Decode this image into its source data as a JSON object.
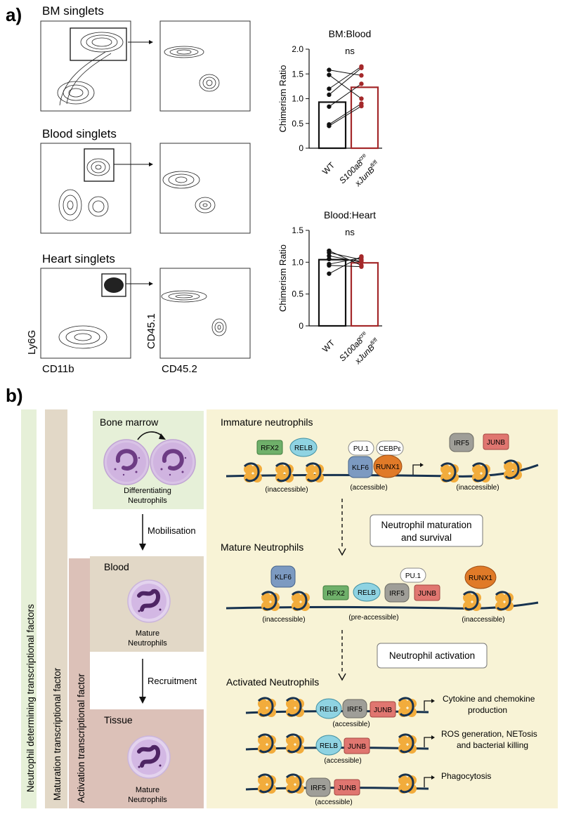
{
  "panel_a": {
    "label": "a)",
    "flow_rows": [
      {
        "title": "BM singlets"
      },
      {
        "title": "Blood singlets"
      },
      {
        "title": "Heart singlets"
      }
    ],
    "axes": {
      "y_left": "Ly6G",
      "x_left": "CD11b",
      "y_right": "CD45.1",
      "x_right": "CD45.2"
    }
  },
  "panel_b": {
    "label": "b)",
    "vertical_labels": {
      "determining": "Neutrophil determining transcriptional factors",
      "maturation": "Maturation transcriptional factor",
      "activation": "Activation transcriptional factor"
    },
    "stages": {
      "bone_marrow": {
        "title": "Bone marrow",
        "caption_1": "Differentiating",
        "caption_2": "Neutrophils"
      },
      "mobilisation": "Mobilisation",
      "blood": {
        "title": "Blood",
        "caption_1": "Mature",
        "caption_2": "Neutrophils"
      },
      "recruitment": "Recruitment",
      "tissue": {
        "title": "Tissue",
        "caption_1": "Mature",
        "caption_2": "Neutrophils"
      }
    },
    "right": {
      "immature_title": "Immature neutrophils",
      "mature_title": "Mature Neutrophils",
      "activated_title": "Activated Neutrophils",
      "box_maturation_1": "Neutrophil maturation",
      "box_maturation_2": "and survival",
      "box_activation": "Neutrophil activation",
      "tf": {
        "rfx2": "RFX2",
        "relb": "RELB",
        "pu1": "PU.1",
        "cebpe": "CEBPε",
        "klf6": "KLF6",
        "runx1": "RUNX1",
        "irf5": "IRF5",
        "junb": "JUNB"
      },
      "states": {
        "inaccessible": "(inaccessible)",
        "accessible": "(accessible)",
        "pre_accessible": "(pre-accessible)"
      },
      "outcomes": {
        "o1_1": "Cytokine and chemokine",
        "o1_2": "production",
        "o2_1": "ROS generation, NETosis",
        "o2_2": "and bacterial killing",
        "o3": "Phagocytosis"
      }
    },
    "colors": {
      "green": "#e6f0d8",
      "tan": "#e2d8c7",
      "rose": "#dcc1b8",
      "cream": "#f8f3d6",
      "nuc": "#f2ac3c",
      "dna": "#17324f"
    }
  },
  "chart_data": [
    {
      "type": "bar",
      "title": "BM:Blood",
      "ylabel": "Chimerism Ratio",
      "categories": [
        "WT",
        "S100a8cre xJunB fl/fl"
      ],
      "category_labels": {
        "wt": "WT",
        "ko_1": "S100a8",
        "ko_1_sup": "cre",
        "ko_2": "xJunB",
        "ko_2_sup": "fl/fl"
      },
      "values": [
        0.93,
        1.23
      ],
      "ylim": [
        0,
        2.0
      ],
      "yticks": [
        "0",
        "0.5",
        "1.0",
        "1.5",
        "2.0"
      ],
      "significance": "ns",
      "pairs": [
        [
          1.58,
          1.47
        ],
        [
          1.48,
          1.0
        ],
        [
          1.2,
          1.65
        ],
        [
          1.08,
          1.62
        ],
        [
          0.84,
          1.3
        ],
        [
          0.48,
          0.9
        ],
        [
          0.45,
          0.85
        ]
      ],
      "bar_colors": [
        "#111111",
        "#a4282a"
      ]
    },
    {
      "type": "bar",
      "title": "Blood:Heart",
      "ylabel": "Chimerism Ratio",
      "categories": [
        "WT",
        "S100a8cre xJunB fl/fl"
      ],
      "category_labels": {
        "wt": "WT",
        "ko_1": "S100a8",
        "ko_1_sup": "cre",
        "ko_2": "xJunB",
        "ko_2_sup": "fl/fl"
      },
      "values": [
        1.04,
        0.99
      ],
      "ylim": [
        0,
        1.5
      ],
      "yticks": [
        "0",
        "0.5",
        "1.0",
        "1.5"
      ],
      "significance": "ns",
      "pairs": [
        [
          1.18,
          0.95
        ],
        [
          1.15,
          1.04
        ],
        [
          1.1,
          1.0
        ],
        [
          1.05,
          1.02
        ],
        [
          0.97,
          1.07
        ],
        [
          0.95,
          0.93
        ],
        [
          0.82,
          1.09
        ]
      ],
      "bar_colors": [
        "#111111",
        "#a4282a"
      ]
    }
  ]
}
